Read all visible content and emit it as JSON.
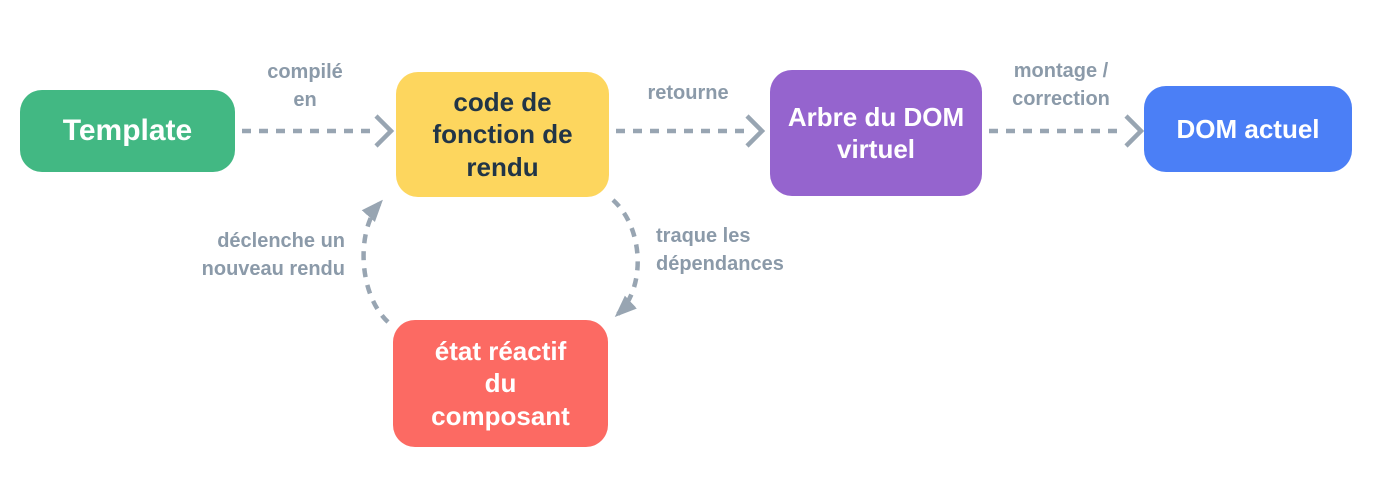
{
  "diagram": {
    "kind": "flow-diagram",
    "background": "#ffffff"
  },
  "nodes": [
    {
      "id": "template",
      "label": "Template",
      "color": "#42b883",
      "text_color": "#ffffff"
    },
    {
      "id": "render-function-code",
      "label": "code de\nfonction de\nrendu",
      "color": "#fdd65e",
      "text_color": "#213547"
    },
    {
      "id": "virtual-dom-tree",
      "label": "Arbre du DOM\nvirtuel",
      "color": "#9564ce",
      "text_color": "#ffffff"
    },
    {
      "id": "actual-dom",
      "label": "DOM actuel",
      "color": "#4b7ff6",
      "text_color": "#ffffff"
    },
    {
      "id": "component-reactive-state",
      "label": "état réactif\ndu\ncomposant",
      "color": "#fc6a63",
      "text_color": "#ffffff"
    }
  ],
  "edges": [
    {
      "id": "compile",
      "from": "template",
      "to": "render-function-code",
      "label": "compilé\nen"
    },
    {
      "id": "return",
      "from": "render-function-code",
      "to": "virtual-dom-tree",
      "label": "retourne"
    },
    {
      "id": "mount-patch",
      "from": "virtual-dom-tree",
      "to": "actual-dom",
      "label": "montage /\ncorrection"
    },
    {
      "id": "tracks-dependencies",
      "from": "render-function-code",
      "to": "component-reactive-state",
      "label": "traque les\ndépendances"
    },
    {
      "id": "triggers-rerender",
      "from": "component-reactive-state",
      "to": "render-function-code",
      "label": "déclenche un\nnouveau rendu"
    }
  ],
  "colors": {
    "arrow": "#98a5b2",
    "edge_label_text": "#8b9aa9"
  }
}
